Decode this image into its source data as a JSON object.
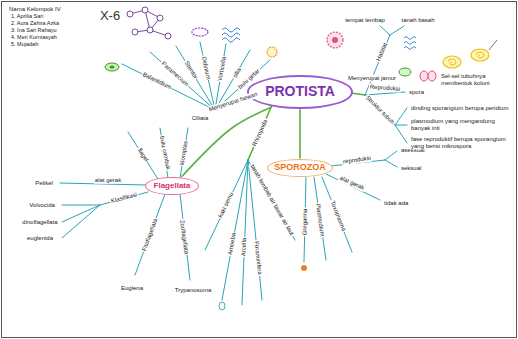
{
  "diagram": {
    "nodes": [
      {
        "text": [
          "PROTISTA"
        ]
      },
      {
        "text": [
          "Flagellata"
        ]
      },
      {
        "text": [
          "SPOROZOA"
        ]
      }
    ],
    "edges": [
      {
        "from": 0,
        "to": 1,
        "arrow": "none"
      },
      {
        "from": 0,
        "to": 2,
        "arrow": "none"
      }
    ],
    "labels": [
      "Nama Kelompok IV",
      "1. Aprilia Sari",
      "2. Aura Zahira Azka",
      "3. Ina Sari Rahayu",
      "4. Meri Kurniasyah",
      "5. Mujadah",
      "X-6",
      "Menyerupai hewan",
      "Ciliata",
      "Balantidium",
      "Paramecium",
      "Stentor",
      "Didinium",
      "Vorticella",
      "silia",
      "bulu getar",
      "alat gerak",
      "Pelikel",
      "Klasifikasi",
      "Volvocida",
      "dinoflagellata",
      "euglenida",
      "flagel",
      "bulu cambuk",
      "kloroplas",
      "Fitoflagellata",
      "Zooflagellata",
      "Euglena",
      "Trypanosoma",
      "Rhizopoda",
      "kaki semu",
      "Amoeba",
      "Arcella",
      "Foraminifera",
      "tanah lembab air tawar air laut",
      "reproduksi",
      "aseksual",
      "seksual",
      "alat gerak",
      "tidak ada",
      "Gregarina",
      "Plasmodium",
      "Toxoplasma",
      "Menyerupai jamur",
      "Habitat",
      "tempat lembap",
      "tanah basah",
      "Reproduksi",
      "spora",
      "Struktur tubuh",
      "dinding sporangium berupa peridium",
      "plasmodium yang mengandung banyak inti",
      "fase reproduktif berupa sporangium yang berisi mikrospora",
      "Sel-sel tubuhnya membentuk koloni"
    ]
  }
}
